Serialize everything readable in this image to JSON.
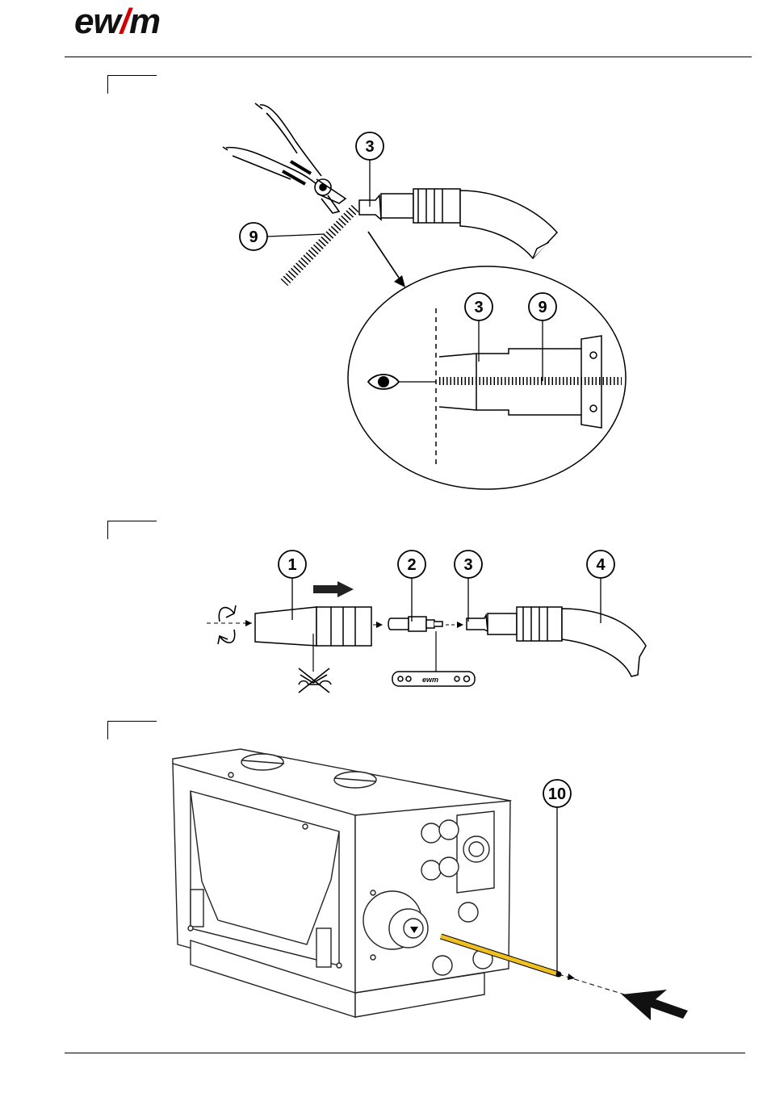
{
  "header": {
    "logo": {
      "text": "ewm",
      "accent_color": "#d00000",
      "name": "ewm"
    }
  },
  "figures": [
    {
      "id": "fig1",
      "callouts": [
        "3",
        "9",
        "3",
        "9"
      ],
      "icons": [
        "side-cutter-pliers-icon",
        "eye-icon",
        "arrow-icon"
      ]
    },
    {
      "id": "fig2",
      "callouts": [
        "1",
        "2",
        "3",
        "4"
      ],
      "icons": [
        "rotate-icon",
        "no-wrench-icon",
        "key-tool-icon",
        "direction-arrow-icon"
      ],
      "tool_text": "ewm"
    },
    {
      "id": "fig3",
      "callouts": [
        "10"
      ],
      "icons": [
        "wire-feeder-unit-icon",
        "insert-arrow-icon"
      ],
      "liner_color": "#f0c020"
    }
  ]
}
